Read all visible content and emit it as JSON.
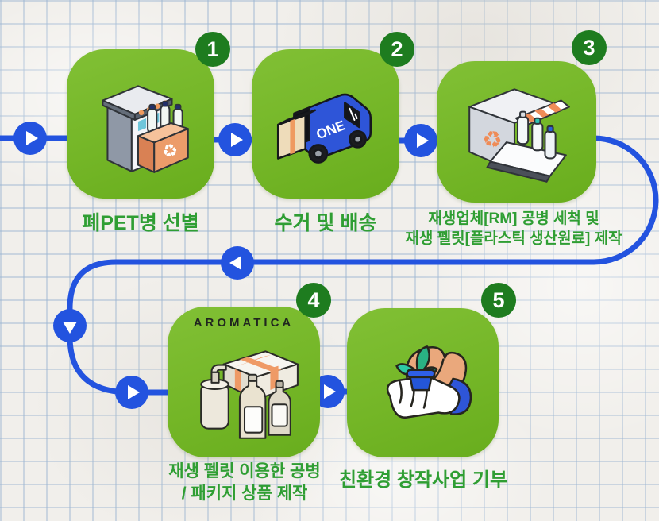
{
  "colors": {
    "card_green": "#74b627",
    "badge_green": "#1e7c1f",
    "flow_blue": "#2353df",
    "label_green": "#2f9e33"
  },
  "van_logo": "ONE",
  "flow": {
    "steps": [
      {
        "number": "1",
        "label_line1": "폐PET병 선별",
        "label_line2": "",
        "illustration": "building-with-recycle-bin"
      },
      {
        "number": "2",
        "label_line1": "수거 및 배송",
        "label_line2": "",
        "illustration": "delivery-van-with-box"
      },
      {
        "number": "3",
        "label_line1": "재생업체[RM] 공병 세척 및",
        "label_line2": "재생 펠릿[플라스틱 생산원료] 제작",
        "illustration": "washing-machine-conveyor-bottles"
      },
      {
        "number": "4",
        "brand": "AROMATICA",
        "label_line1": "재생 펠릿 이용한 공병",
        "label_line2": "/ 패키지 상품 제작",
        "illustration": "cosmetic-bottles-and-package"
      },
      {
        "number": "5",
        "label_line1": "친환경 창작사업 기부",
        "label_line2": "",
        "illustration": "hands-holding-potted-plant"
      }
    ]
  }
}
